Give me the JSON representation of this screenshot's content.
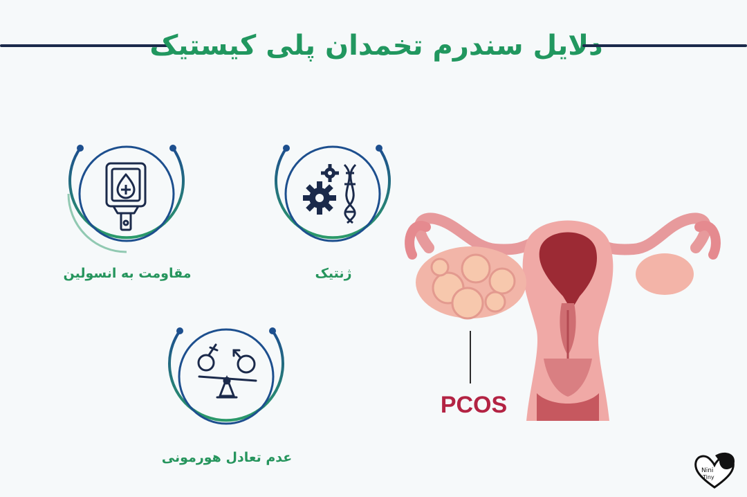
{
  "title": "دلایل سندرم تخمدان پلی کیستیک",
  "causes": [
    {
      "label": "مقاومت به انسولین",
      "icon": "insulin-resistance-icon"
    },
    {
      "label": "ژنتیک",
      "icon": "genetics-icon"
    },
    {
      "label": "عدم تعادل هورمونی",
      "icon": "hormonal-imbalance-icon"
    }
  ],
  "diagram": {
    "label": "PCOS"
  },
  "logo": {
    "text_line1": "Nini",
    "text_line2": "Tiny"
  },
  "colors": {
    "title": "#21975f",
    "rule": "#1b2a4b",
    "ring_blue": "#1d4f8e",
    "ring_green": "#2b9a69",
    "pcos": "#b32343"
  }
}
